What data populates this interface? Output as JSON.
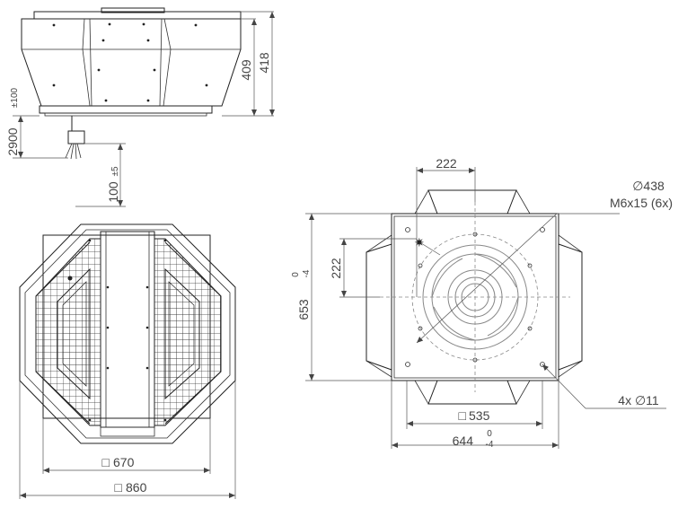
{
  "side_view": {
    "height_outer": "418",
    "height_inner": "409",
    "cable_length": "2900",
    "cable_tol": "±100",
    "cable_end": "100",
    "cable_end_tol": "±5"
  },
  "top_view": {
    "width_inner_symbol": "□",
    "width_inner": "670",
    "width_outer_symbol": "□",
    "width_outer": "860"
  },
  "flange_view": {
    "top_dim": "222",
    "left_dim": "222",
    "hole_circle": "∅438",
    "thread": "M6x15 (6x)",
    "height": "653",
    "height_tol_upper": "0",
    "height_tol_lower": "-4",
    "inner_symbol": "□",
    "inner": "535",
    "width": "644",
    "width_tol_upper": "0",
    "width_tol_lower": "-4",
    "mount_holes": "4x ∅11"
  }
}
